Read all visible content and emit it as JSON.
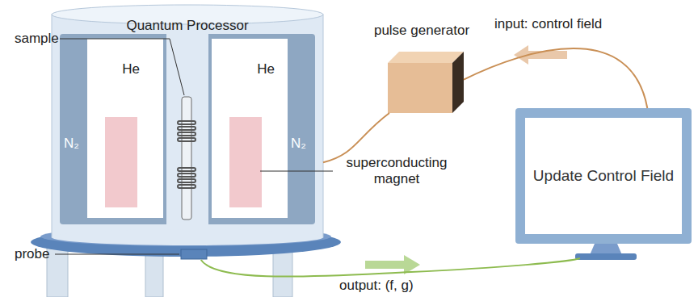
{
  "diagram": {
    "nodes": [
      {
        "text": [
          "Quantum Processor"
        ]
      },
      {
        "text": [
          "He"
        ],
        "in": 0
      },
      {
        "text": [
          "He"
        ],
        "in": 0
      },
      {
        "text": [
          "pulse generator"
        ]
      },
      {
        "text": [
          "Update Control Field"
        ]
      }
    ],
    "edges": [
      {
        "from": 0,
        "to": 3,
        "arrow": "none"
      },
      {
        "from": 3,
        "to": 4,
        "arrow": "none"
      },
      {
        "from": 0,
        "to": 4,
        "arrow": "none"
      }
    ],
    "labels": [
      "sample",
      "superconducting magnet",
      "probe",
      "N₂",
      "N₂",
      "input: control field",
      "output: (f, g)"
    ]
  }
}
